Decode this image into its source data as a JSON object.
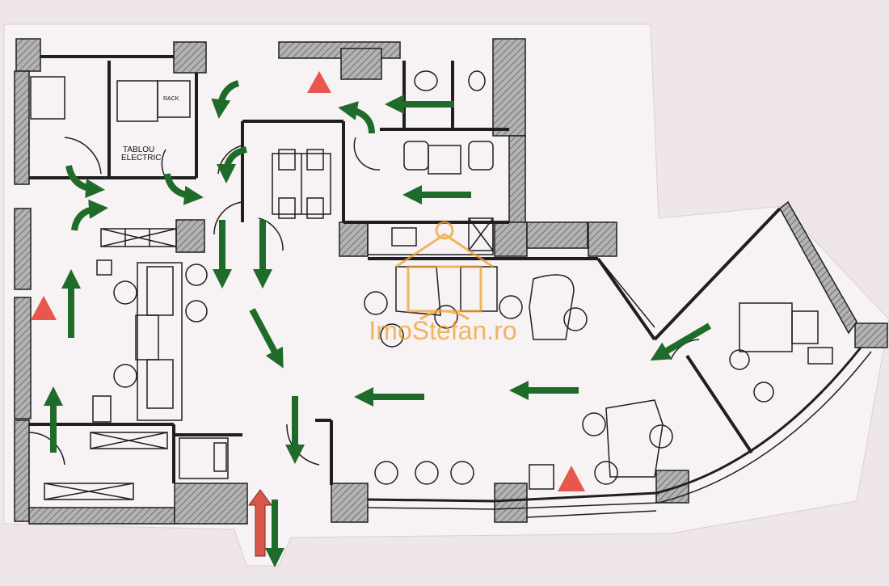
{
  "plan": {
    "labels": {
      "electric_panel_line1": "TABLOU",
      "electric_panel_line2": "ELECTRIC",
      "rack": "RACK"
    },
    "watermark": "ImoStefan.ro"
  },
  "colors": {
    "paper": "#f4eef0",
    "wall_fill": "#9a9a9a",
    "line": "#1f1f1f",
    "evac_arrow": "#1f6b2a",
    "entry_arrow": "#d9574a",
    "hazard_triangle": "#e8574d",
    "watermark": "#f0a030"
  },
  "icons": {
    "escape_arrow": "green-arrow-icon",
    "entrance_arrow": "red-arrow-icon",
    "warning": "warning-triangle-icon"
  }
}
